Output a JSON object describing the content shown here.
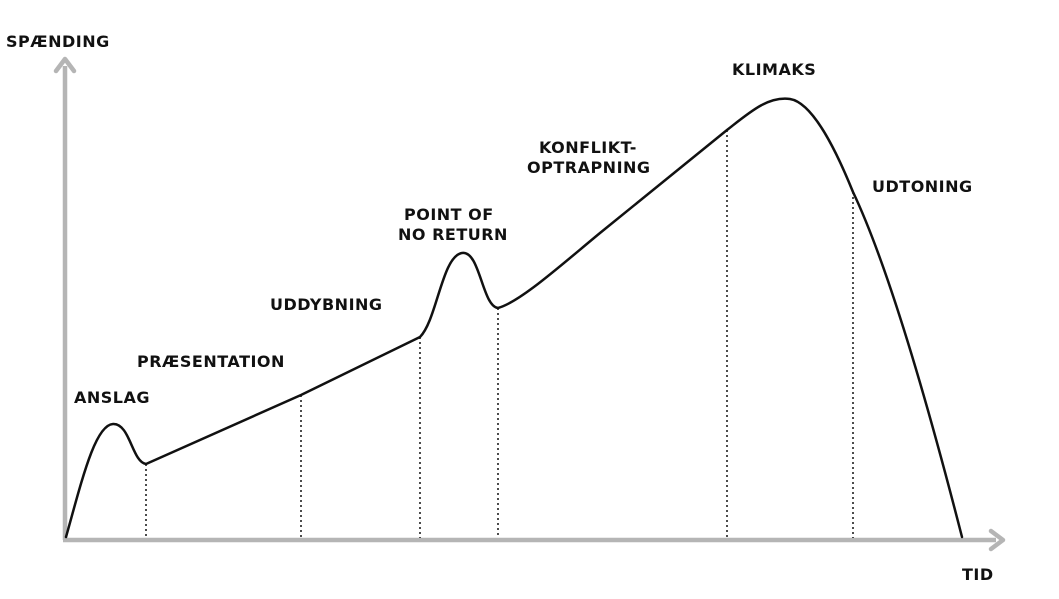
{
  "diagram": {
    "y_axis_label": "SPÆNDING",
    "x_axis_label": "TID",
    "phases": {
      "anslag": "ANSLAG",
      "praesentation": "PRÆSENTATION",
      "uddybning": "UDDYBNING",
      "point_of_no_return": [
        "POINT OF",
        "NO RETURN"
      ],
      "konfliktoptrapning": [
        "KONFLIKT-",
        "OPTRAPNING"
      ],
      "klimaks": "KLIMAKS",
      "udtoning": "UDTONING"
    },
    "colors": {
      "axis": "#b5b5b5",
      "curve": "#111111",
      "text": "#111111"
    }
  }
}
